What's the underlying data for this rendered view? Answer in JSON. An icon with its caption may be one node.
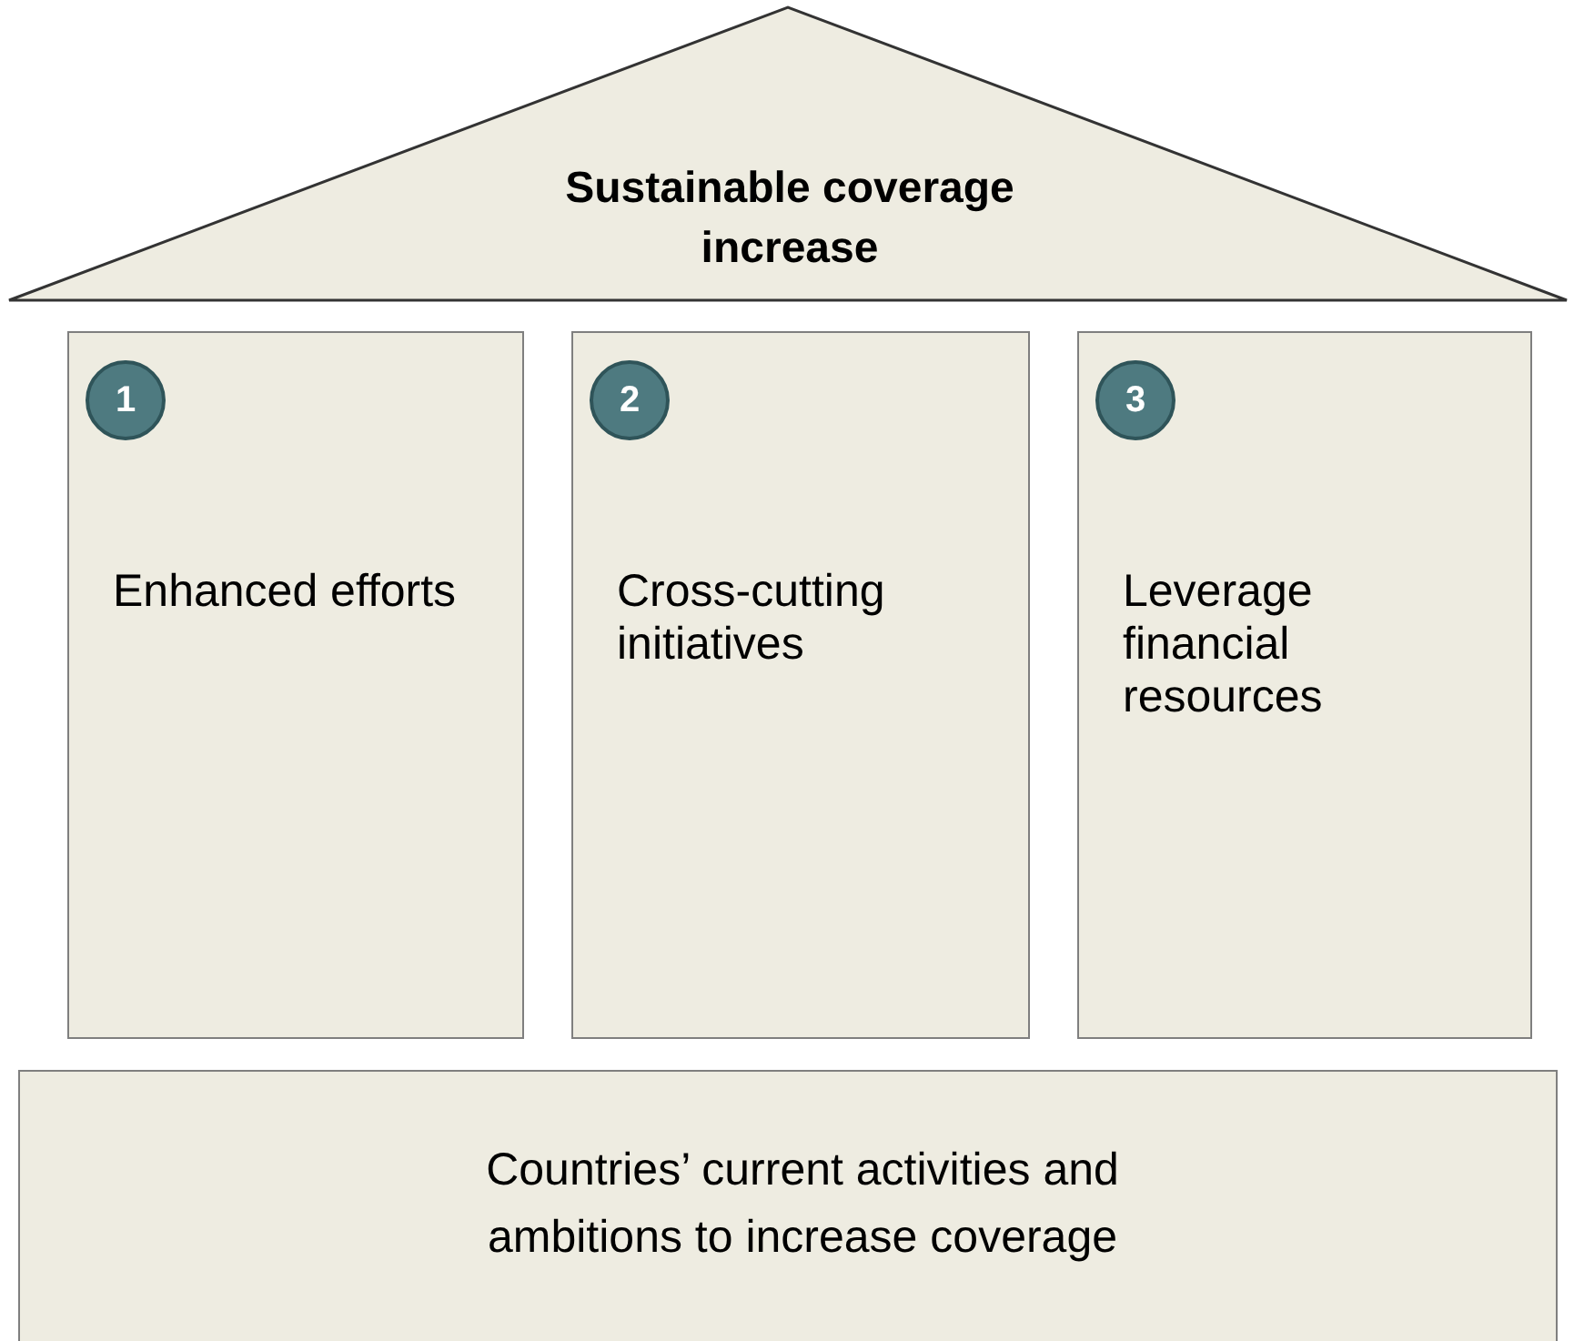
{
  "diagram": {
    "nodes": [
      {
        "text": [
          "Sustainable coverage increase"
        ]
      },
      {
        "text": [
          "Enhanced efforts"
        ]
      },
      {
        "text": [
          "1"
        ],
        "in": 1
      },
      {
        "text": [
          "Cross-cutting initiatives"
        ]
      },
      {
        "text": [
          "2"
        ],
        "in": 3
      },
      {
        "text": [
          "Leverage financial resources"
        ]
      },
      {
        "text": [
          "3"
        ],
        "in": 5
      },
      {
        "text": [
          "Countries’ current activities and ambitions to increase coverage"
        ]
      }
    ],
    "edges": []
  }
}
